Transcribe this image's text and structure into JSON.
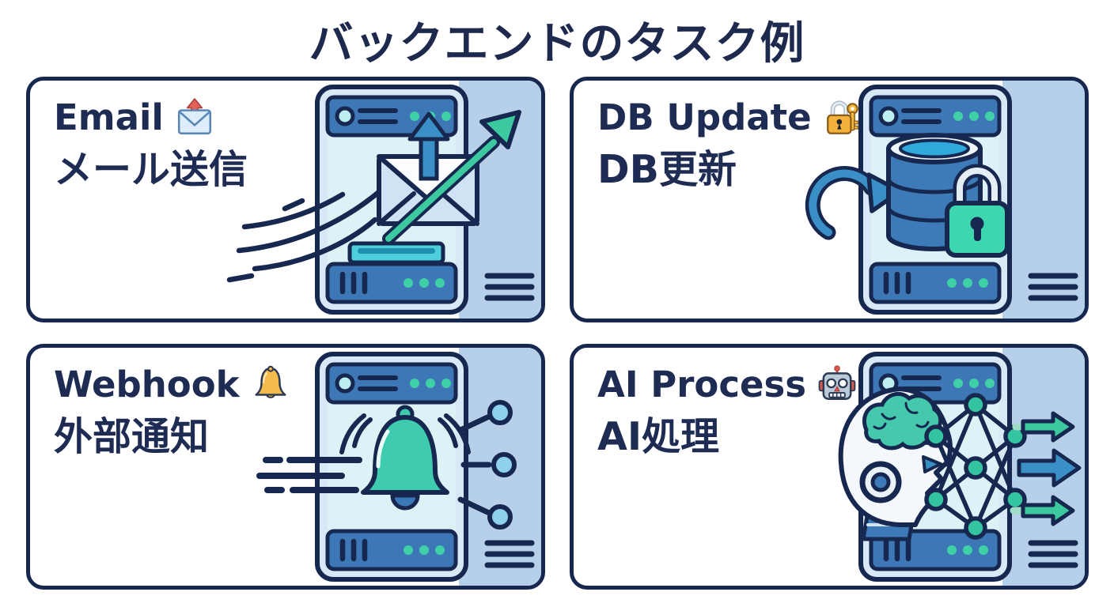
{
  "page": {
    "title": "バックエンドのタスク例"
  },
  "colors": {
    "outline_navy": "#16284f",
    "text_navy": "#1d2a4e",
    "bar_blue": "#3d77b6",
    "accent_blue": "#3a8fc7",
    "teal": "#3fd0a8",
    "teal_green": "#3cc9a0",
    "lock_teal": "#3ed6ae",
    "screen_cyan": "#ddf2f7",
    "frame_light_blue": "#d9e8f6",
    "side_panel_blue": "#b7d0ea",
    "db_top_cyan": "#2fa9dc",
    "emoji_gold": "#f2b23c",
    "emoji_red": "#d85950"
  },
  "cards": [
    {
      "title_en": "Email",
      "title_ja": "メール送信",
      "emoji_icon": "outbox-envelope-icon"
    },
    {
      "title_en": "DB Update",
      "title_ja": "DB更新",
      "emoji_icon": "lock-with-key-icon"
    },
    {
      "title_en": "Webhook",
      "title_ja": "外部通知",
      "emoji_icon": "bell-icon"
    },
    {
      "title_en": "AI Process",
      "title_ja": "AI処理",
      "emoji_icon": "robot-icon"
    }
  ]
}
